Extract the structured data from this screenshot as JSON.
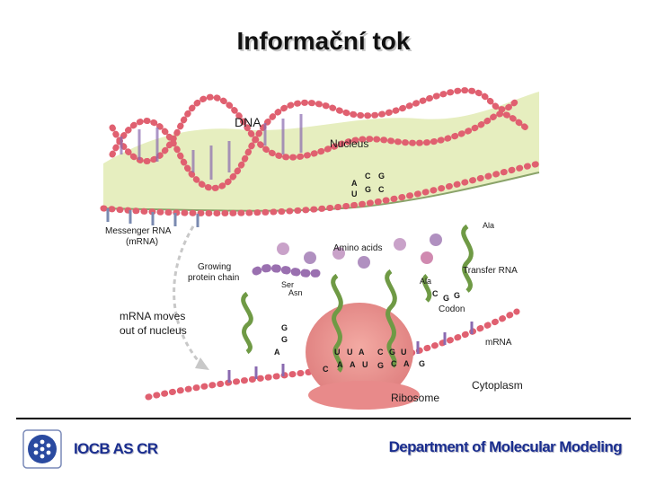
{
  "slide": {
    "title": "Informační tok"
  },
  "diagram": {
    "labels": {
      "dna": "DNA",
      "nucleus": "Nucleus",
      "messenger_rna": "Messenger RNA",
      "mrna_abbrev": "(mRNA)",
      "amino_acids": "Amino acids",
      "transfer_rna": "Transfer RNA",
      "growing_1": "Growing",
      "growing_2": "protein chain",
      "moves_1": "mRNA moves",
      "moves_2": "out of nucleus",
      "codon": "Codon",
      "mrna": "mRNA",
      "cytoplasm": "Cytoplasm",
      "ribosome": "Ribosome",
      "ser": "Ser",
      "asn": "Asn",
      "ala_top": "Ala",
      "ala_mid": "Ala"
    },
    "bases": {
      "dna_1": "A",
      "dna_2": "C",
      "dna_3": "G",
      "dna_4": "U",
      "dna_5": "G",
      "dna_6": "C",
      "codon_1": "C",
      "codon_2": "G",
      "codon_3": "G",
      "trna_a1": "G",
      "trna_a2": "G",
      "trna_a3": "A",
      "anti_1": "U",
      "anti_2": "U",
      "anti_3": "A",
      "anti_4": "C",
      "anti_5": "G",
      "anti_6": "U",
      "mrna_1": "C",
      "mrna_2": "A",
      "mrna_3": "A",
      "mrna_4": "U",
      "mrna_5": "G",
      "mrna_6": "C",
      "mrna_7": "A",
      "mrna_8": "G"
    }
  },
  "footer": {
    "org": "IOCB AS CR",
    "department": "Department of Molecular Modeling"
  },
  "colors": {
    "title_shadow": "#c8c8c8",
    "footer_text": "#1a2e8f",
    "nucleus_fill": "#e6eebf",
    "strand_bead": "#e06070",
    "ribosome": "#e88a8a",
    "trna_green": "#6f9a45",
    "logo_blue": "#2a4aa0"
  },
  "icons": [
    "iocb-logo-icon"
  ]
}
